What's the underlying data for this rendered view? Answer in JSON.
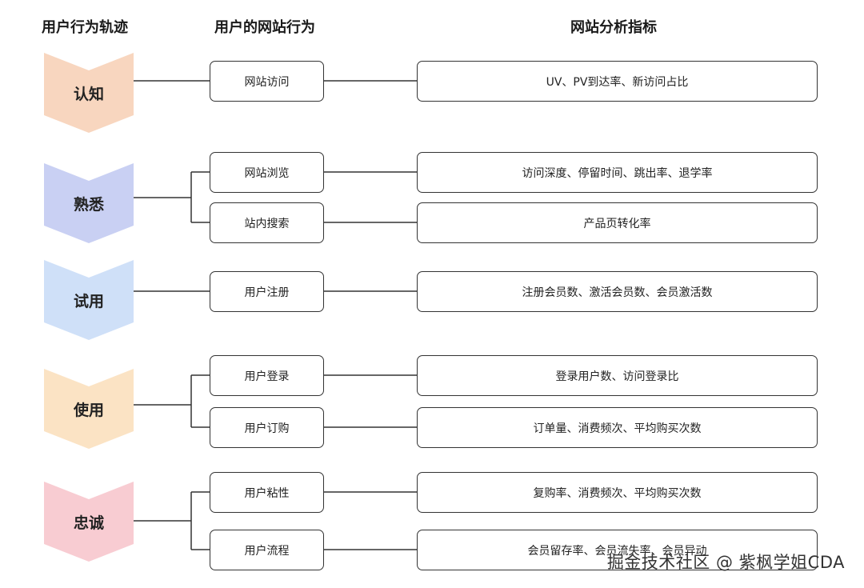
{
  "headers": {
    "col1": "用户行为轨迹",
    "col2": "用户的网站行为",
    "col3": "网站分析指标"
  },
  "stages": [
    {
      "label": "认知",
      "color": "#f8d6bf"
    },
    {
      "label": "熟悉",
      "color": "#c9d0f3"
    },
    {
      "label": "试用",
      "color": "#cfe0f8"
    },
    {
      "label": "使用",
      "color": "#fbe3c4"
    },
    {
      "label": "忠诚",
      "color": "#f8ccd2"
    }
  ],
  "rows": [
    {
      "action": "网站访问",
      "metric": "UV、PV到达率、新访问占比"
    },
    {
      "action": "网站浏览",
      "metric": "访问深度、停留时间、跳出率、退学率"
    },
    {
      "action": "站内搜索",
      "metric": "产品页转化率"
    },
    {
      "action": "用户注册",
      "metric": "注册会员数、激活会员数、会员激活数"
    },
    {
      "action": "用户登录",
      "metric": "登录用户数、访问登录比"
    },
    {
      "action": "用户订购",
      "metric": "订单量、消费频次、平均购买次数"
    },
    {
      "action": "用户粘性",
      "metric": "复购率、消费频次、平均购买次数"
    },
    {
      "action": "用户流程",
      "metric": "会员留存率、会员流失率、会员异动"
    }
  ],
  "watermark": "掘金技术社区 @ 紫枫学姐CDA"
}
